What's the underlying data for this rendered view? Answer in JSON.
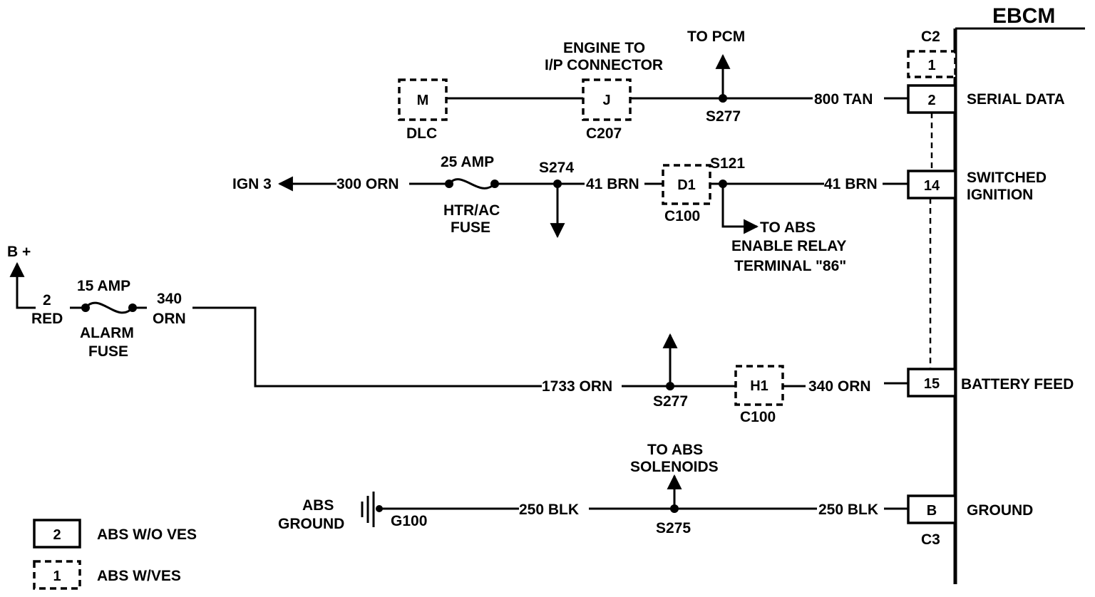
{
  "module": {
    "name": "EBCM",
    "connector_top": "C2",
    "connector_bottom": "C3"
  },
  "pins": {
    "p1": "1",
    "p2": "2",
    "p14": "14",
    "p15": "15",
    "pB": "B",
    "serial_data": "SERIAL DATA",
    "switched": "SWITCHED",
    "ignition": "IGNITION",
    "battery_feed": "BATTERY FEED",
    "ground": "GROUND"
  },
  "row1": {
    "to_pcm": "TO PCM",
    "engine_to": "ENGINE TO",
    "ip_connector": "I/P CONNECTOR",
    "dlc_pin": "M",
    "dlc": "DLC",
    "c207_pin": "J",
    "c207": "C207",
    "splice": "S277",
    "wire": "800 TAN"
  },
  "row2": {
    "ign3": "IGN 3",
    "wire_300": "300 ORN",
    "fuse_amp": "25 AMP",
    "fuse_name1": "HTR/AC",
    "fuse_name2": "FUSE",
    "s274": "S274",
    "wire_41a": "41 BRN",
    "c100_pin": "D1",
    "c100": "C100",
    "s121": "S121",
    "wire_41b": "41 BRN",
    "to_abs1": "TO ABS",
    "to_abs2": "ENABLE RELAY",
    "to_abs3": "TERMINAL \"86\""
  },
  "row3": {
    "bplus": "B +",
    "wire_2": "2",
    "red": "RED",
    "fuse_amp": "15 AMP",
    "fuse_name1": "ALARM",
    "fuse_name2": "FUSE",
    "wire_340a": "340",
    "orn_a": "ORN",
    "wire_1733": "1733 ORN",
    "s277": "S277",
    "c100_pin": "H1",
    "c100": "C100",
    "wire_340b": "340 ORN"
  },
  "row4": {
    "to_abs1": "TO ABS",
    "to_abs2": "SOLENOIDS",
    "abs": "ABS",
    "ground": "GROUND",
    "g100": "G100",
    "wire_250a": "250 BLK",
    "s275": "S275",
    "wire_250b": "250 BLK"
  },
  "legend": {
    "solid_num": "2",
    "solid_text": "ABS W/O VES",
    "dash_num": "1",
    "dash_text": "ABS W/VES"
  }
}
